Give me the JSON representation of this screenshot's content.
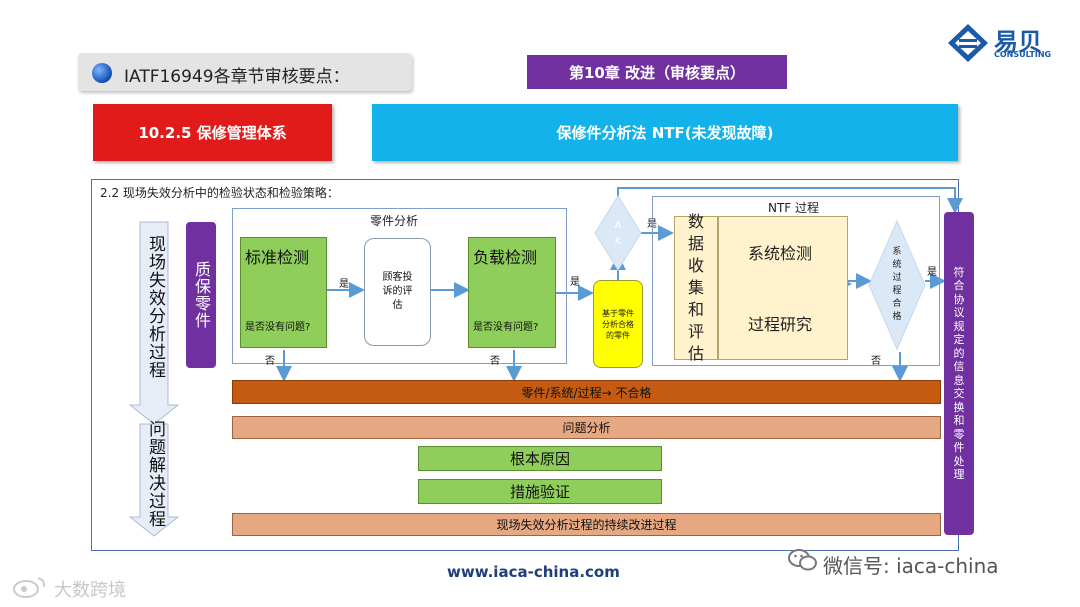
{
  "header": {
    "title": "IATF16949各章节审核要点：",
    "chapter": "第10章 改进（审核要点）",
    "section": "10.2.5 保修管理体系",
    "topic": "保修件分析法 NTF(未发现故障)"
  },
  "logo": {
    "name": "易贝",
    "sub": "CONSULTING"
  },
  "diagram": {
    "panel_title": "2.2 现场失效分析中的检验状态和检验策略：",
    "left_arrow_top": "现场失效分析过程",
    "left_arrow_bottom": "问题解决过程",
    "quality_parts": "质保零件",
    "parts_analysis_title": "零件分析",
    "standard_test": {
      "title": "标准检测",
      "question": "是否没有问题?"
    },
    "customer_complaint": "顾客投诉的评估",
    "load_test": {
      "title": "负载检测",
      "question": "是否没有问题?"
    },
    "yes": "是",
    "no": "否",
    "qualified_parts": "基于零件分析合格的零件",
    "diamond_ak": "A K",
    "ntf_title": "NTF 过程",
    "data_collection": "数据收集和评估",
    "system_test": "系统检测",
    "process_study": "过程研究",
    "system_process_ok": "系统过程合格",
    "agreement": "符合协议规定的信息交换和零件处理",
    "nonconform_bar": "零件/系统/过程→ 不合格",
    "problem_analysis": "问题分析",
    "root_cause": "根本原因",
    "measure_verify": "措施验证",
    "continuous_improve": "现场失效分析过程的持续改进过程"
  },
  "footer": {
    "website": "www.iaca-china.com",
    "wechat": "微信号: iaca-china",
    "weibo": "大数跨境"
  },
  "colors": {
    "purple": "#7030a0",
    "red": "#e11a1a",
    "blue": "#14b2ea",
    "orange_bar": "#c55a11",
    "salmon_bar": "#e6a882",
    "green": "#8fce5a",
    "yellow": "#ffff00",
    "cream": "#fff2cc",
    "arrow_blue": "#5b9bd5"
  }
}
